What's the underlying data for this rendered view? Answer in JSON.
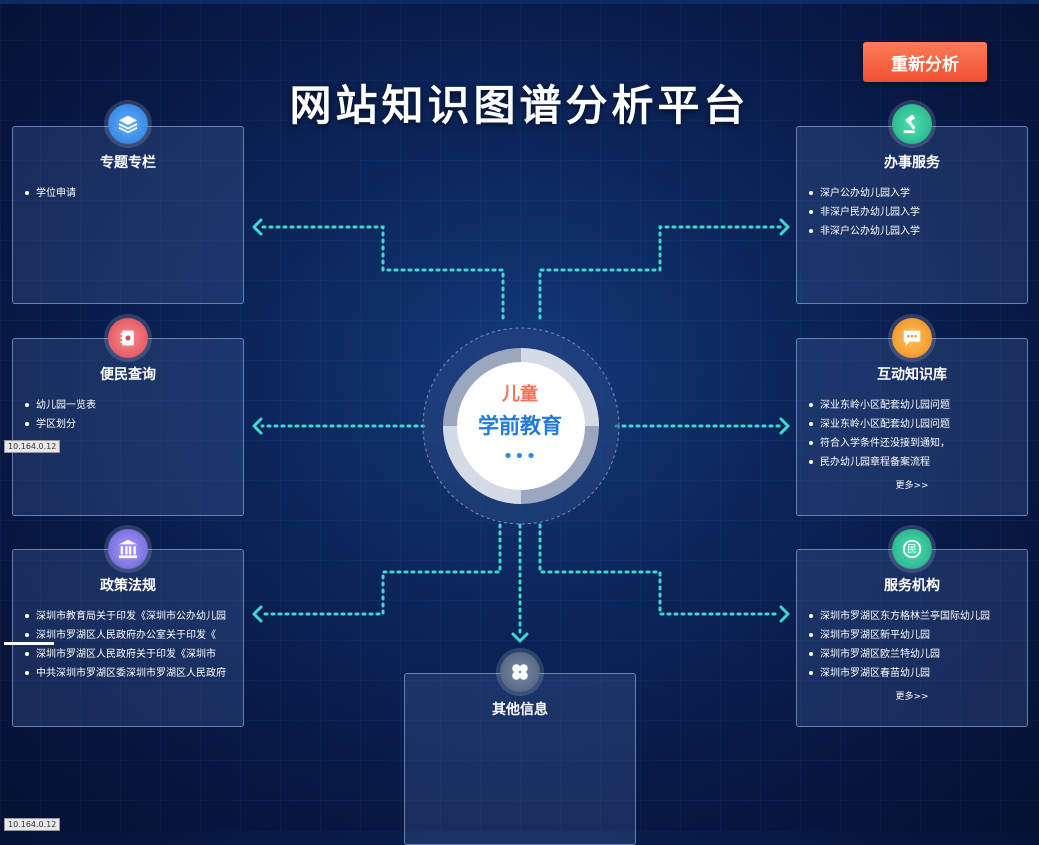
{
  "page": {
    "title": "网站知识图谱分析平台"
  },
  "toolbar": {
    "reanalyze_label": "重新分析"
  },
  "center": {
    "line1": "儿童",
    "line2": "学前教育",
    "more": "•••"
  },
  "ip_label": "10.164.0.12",
  "cards": {
    "special": {
      "title": "专题专栏",
      "items": [
        "学位申请"
      ]
    },
    "service": {
      "title": "办事服务",
      "items": [
        "深户公办幼儿园入学",
        "非深户民办幼儿园入学",
        "非深户公办幼儿园入学"
      ]
    },
    "query": {
      "title": "便民查询",
      "items": [
        "幼儿园一览表",
        "学区划分"
      ]
    },
    "interactive": {
      "title": "互动知识库",
      "items": [
        "深业东岭小区配套幼儿园问题",
        "深业东岭小区配套幼儿园问题",
        "符合入学条件还没接到通知，",
        "民办幼儿园章程备案流程"
      ],
      "more": "更多>>"
    },
    "policy": {
      "title": "政策法规",
      "items": [
        "深圳市教育局关于印发《深圳市公办幼儿园",
        "深圳市罗湖区人民政府办公室关于印发《",
        "深圳市罗湖区人民政府关于印发《深圳市",
        "中共深圳市罗湖区委深圳市罗湖区人民政府"
      ]
    },
    "institution": {
      "title": "服务机构",
      "items": [
        "深圳市罗湖区东方格林兰亭国际幼儿园",
        "深圳市罗湖区新平幼儿园",
        "深圳市罗湖区欧兰特幼儿园",
        "深圳市罗湖区春苗幼儿园"
      ],
      "more": "更多>>"
    },
    "other": {
      "title": "其他信息",
      "items": []
    }
  },
  "icons": {
    "special": "layers-icon",
    "service": "gavel-icon",
    "query": "notebook-icon",
    "interactive": "chat-bubble-icon",
    "policy": "government-building-icon",
    "institution": "civil-badge-icon",
    "other": "clover-icon"
  },
  "colors": {
    "accent_connector": "#3fd8d0",
    "button_orange": "#ee4f33",
    "center_red": "#f4715a",
    "center_blue": "#2379d6"
  }
}
